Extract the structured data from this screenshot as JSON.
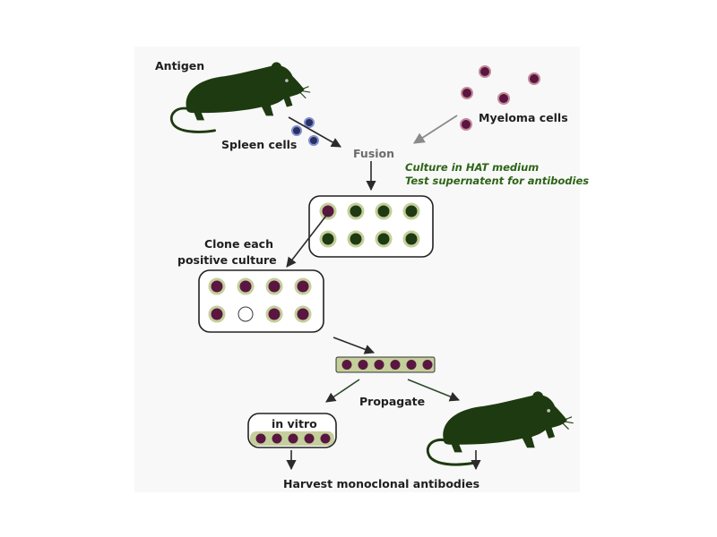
{
  "labels": {
    "antigen": "Antigen",
    "spleen_cells": "Spleen cells",
    "myeloma_cells": "Myeloma cells",
    "fusion": "Fusion",
    "culture_line1": "Culture in HAT medium",
    "culture_line2": "Test supernatent for antibodies",
    "clone_line1": "Clone each",
    "clone_line2": "positive culture",
    "propagate": "Propagate",
    "in_vitro": "in vitro",
    "harvest": "Harvest monoclonal antibodies"
  },
  "colors": {
    "mouse": "#1e3a10",
    "cell_purple": "#5a1640",
    "cell_green_well": "#1e3a12",
    "well_ring": "#c4cf9c",
    "arrow": "#2b2b2b",
    "culture_text": "#2d6416"
  },
  "icons": {
    "immunized_mouse": "mouse-icon",
    "recipient_mouse": "mouse-icon"
  }
}
